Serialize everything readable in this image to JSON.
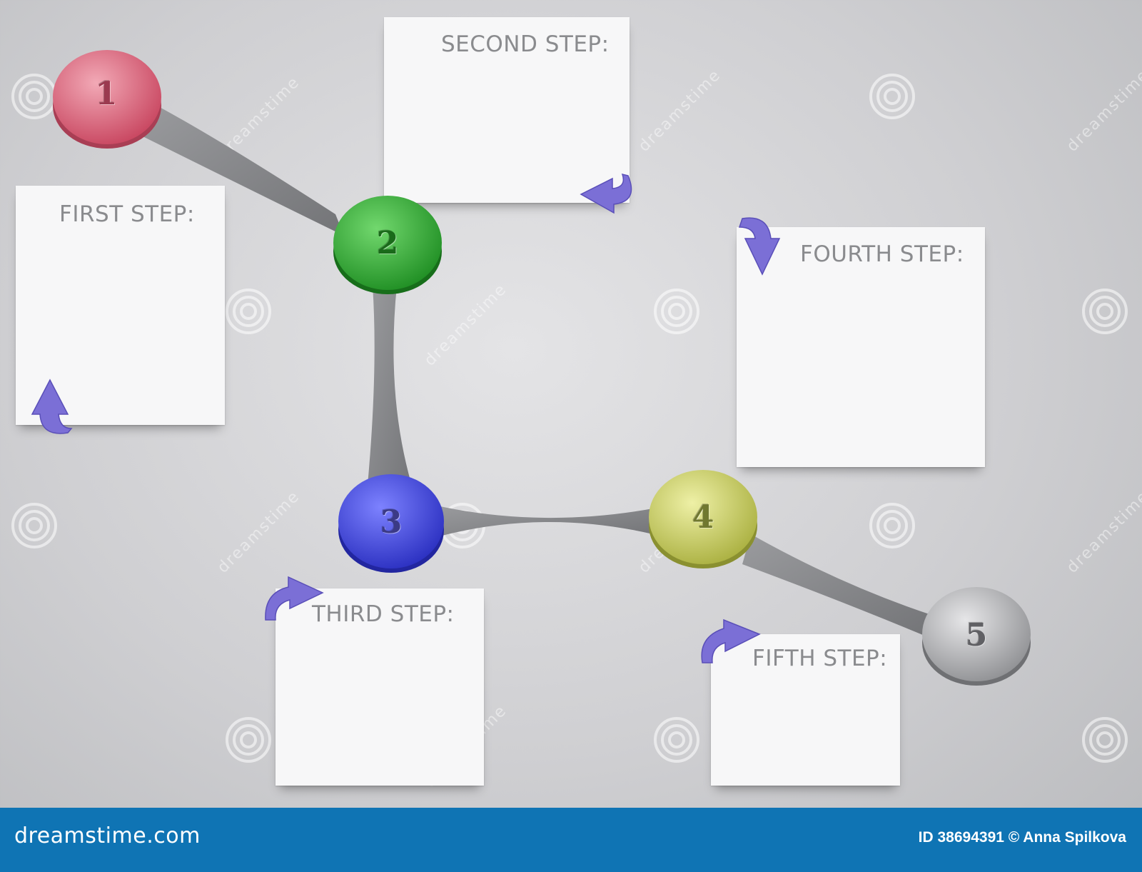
{
  "steps": [
    {
      "number": "1",
      "title": "FIRST STEP:",
      "color": "#d8536f"
    },
    {
      "number": "2",
      "title": "SECOND STEP:",
      "color": "#27a52c"
    },
    {
      "number": "3",
      "title": "THIRD STEP:",
      "color": "#3a3fd6"
    },
    {
      "number": "4",
      "title": "FOURTH STEP:",
      "color": "#c6cc5a"
    },
    {
      "number": "5",
      "title": "FIFTH STEP:",
      "color": "#a8a9ac"
    }
  ],
  "arrow_color": "#7b6fd6",
  "connector_color": "#88898c",
  "watermark": {
    "text": "dreamstime",
    "icon": "spiral-icon"
  },
  "footer": {
    "brand": "dreamstime.com",
    "credit": "ID 38694391 © Anna Spilkova",
    "background": "#0f74b4"
  }
}
